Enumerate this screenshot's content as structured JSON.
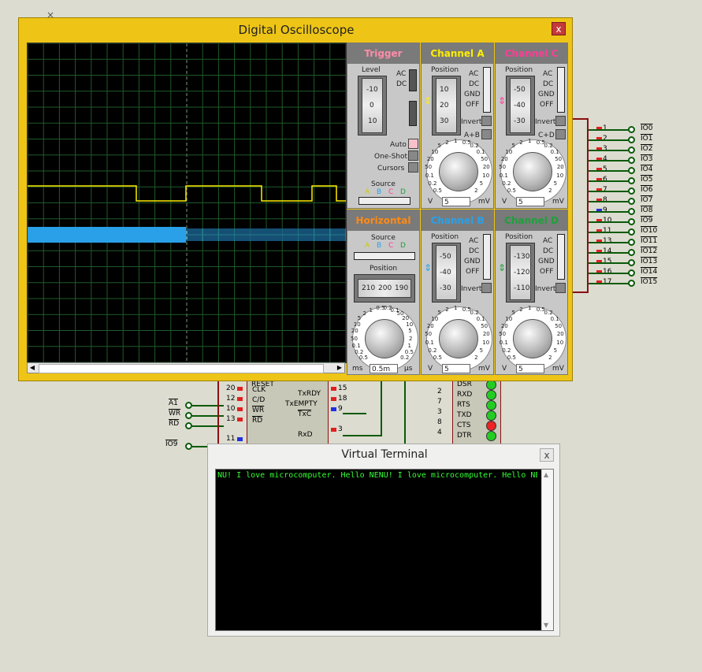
{
  "oscilloscope": {
    "title": "Digital Oscilloscope",
    "close": "x",
    "trigger": {
      "header": "Trigger",
      "level_label": "Level",
      "level_ticks": [
        "-10",
        "0",
        "10"
      ],
      "ac": "AC",
      "dc": "DC",
      "auto": "Auto",
      "one_shot": "One-Shot",
      "cursors": "Cursors",
      "source_label": "Source",
      "source_channels": [
        "A",
        "B",
        "C",
        "D"
      ]
    },
    "horizontal": {
      "header": "Horizontal",
      "source_label": "Source",
      "source_channels": [
        "A",
        "B",
        "C",
        "D"
      ],
      "position_label": "Position",
      "position_ticks": [
        "210",
        "200",
        "190"
      ],
      "unit_left": "ms",
      "value": "0.5m",
      "unit_right": "μs",
      "dial_ticks": [
        "0.5",
        "0.2",
        "0.1",
        "50",
        "20",
        "10",
        "5",
        "2",
        "1",
        "0.5",
        "0.2",
        "0.1",
        "50",
        "20",
        "10",
        "5",
        "2",
        "1",
        "0.5",
        "0.2"
      ]
    },
    "channels": [
      {
        "header": "Channel A",
        "color": "#ffee00",
        "position_label": "Position",
        "ticks": [
          "10",
          "20",
          "30"
        ],
        "ac": "AC",
        "dc": "DC",
        "gnd": "GND",
        "off": "OFF",
        "invert": "Invert",
        "extra": "A+B",
        "unit_left": "V",
        "value": "5",
        "unit_right": "mV",
        "dial_ticks": [
          "0.5",
          "0.2",
          "0.1",
          "50",
          "20",
          "10",
          "5",
          "2",
          "1",
          "0.5",
          "0.2",
          "0.1",
          "50",
          "20",
          "10",
          "5",
          "2"
        ]
      },
      {
        "header": "Channel C",
        "color": "#ff3c96",
        "position_label": "Position",
        "ticks": [
          "-50",
          "-40",
          "-30"
        ],
        "ac": "AC",
        "dc": "DC",
        "gnd": "GND",
        "off": "OFF",
        "invert": "Invert",
        "extra": "C+D",
        "unit_left": "V",
        "value": "5",
        "unit_right": "mV",
        "dial_ticks": [
          "0.5",
          "0.2",
          "0.1",
          "50",
          "20",
          "10",
          "5",
          "2",
          "1",
          "0.5",
          "0.2",
          "0.1",
          "50",
          "20",
          "10",
          "5",
          "2"
        ]
      },
      {
        "header": "Channel B",
        "color": "#2aa0e8",
        "position_label": "Position",
        "ticks": [
          "-50",
          "-40",
          "-30"
        ],
        "ac": "AC",
        "dc": "DC",
        "gnd": "GND",
        "off": "OFF",
        "invert": "Invert",
        "extra": "",
        "unit_left": "V",
        "value": "5",
        "unit_right": "mV",
        "dial_ticks": [
          "0.5",
          "0.2",
          "0.1",
          "50",
          "20",
          "10",
          "5",
          "2",
          "1",
          "0.5",
          "0.2",
          "0.1",
          "50",
          "20",
          "10",
          "5",
          "2"
        ]
      },
      {
        "header": "Channel D",
        "color": "#1ea03c",
        "position_label": "Position",
        "ticks": [
          "-130",
          "-120",
          "-110"
        ],
        "ac": "AC",
        "dc": "DC",
        "gnd": "GND",
        "off": "OFF",
        "invert": "Invert",
        "extra": "",
        "unit_left": "V",
        "value": "5",
        "unit_right": "mV",
        "dial_ticks": [
          "0.5",
          "0.2",
          "0.1",
          "50",
          "20",
          "10",
          "5",
          "2",
          "1",
          "0.5",
          "0.2",
          "0.1",
          "50",
          "20",
          "10",
          "5",
          "2"
        ]
      }
    ]
  },
  "io_bus": {
    "indices": [
      "0",
      "1",
      "2",
      "3",
      "4",
      "5",
      "6",
      "7",
      "8",
      "9",
      "10",
      "11",
      "12",
      "13",
      "14",
      "15"
    ],
    "pins": [
      "1",
      "2",
      "3",
      "4",
      "5",
      "6",
      "7",
      "8",
      "9",
      "10",
      "11",
      "13",
      "14",
      "15",
      "16",
      "17"
    ],
    "labels": [
      "IO0",
      "IO1",
      "IO2",
      "IO3",
      "IO4",
      "IO5",
      "IO6",
      "IO7",
      "IO8",
      "IO9",
      "IO10",
      "IO11",
      "IO12",
      "IO13",
      "IO14",
      "IO15"
    ]
  },
  "chip": {
    "pins_left": [
      {
        "num": "20",
        "name": "CLK"
      },
      {
        "num": "12",
        "name": "C/D"
      },
      {
        "num": "10",
        "name": "WR"
      },
      {
        "num": "13",
        "name": "RD"
      },
      {
        "num": "11",
        "name": ""
      }
    ],
    "top_label": "RESET",
    "right_names": [
      "TxRDY",
      "TxEMPTY",
      "TxC",
      "RxD"
    ],
    "right_nums": [
      "15",
      "18",
      "9",
      "3"
    ],
    "inputs": [
      "A1",
      "WR",
      "RD",
      "IO9"
    ]
  },
  "serial": {
    "names": [
      "DSR",
      "RXD",
      "RTS",
      "TXD",
      "CTS",
      "DTR"
    ],
    "nums": [
      "",
      "2",
      "7",
      "3",
      "8",
      "4"
    ],
    "led_colors": [
      "#22cc22",
      "#22cc22",
      "#22cc22",
      "#22cc22",
      "#ee2222",
      "#22cc22"
    ]
  },
  "terminal": {
    "title": "Virtual Terminal",
    "close": "x",
    "text": "NU! I love microcomputer. Hello NENU! I love microcomputer. Hello NE"
  }
}
